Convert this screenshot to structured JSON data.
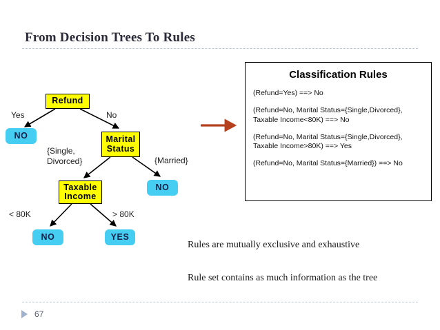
{
  "slide": {
    "title": "From Decision Trees To Rules",
    "number": "67"
  },
  "tree": {
    "nodes": [
      {
        "id": "refund",
        "label": "Refund",
        "type": "internal"
      },
      {
        "id": "marital-status",
        "label": "Marital\nStatus",
        "type": "internal"
      },
      {
        "id": "taxable-income",
        "label": "Taxable\nIncome",
        "type": "internal"
      },
      {
        "id": "leaf-yes-refund",
        "label": "NO",
        "type": "leaf"
      },
      {
        "id": "leaf-married",
        "label": "NO",
        "type": "leaf"
      },
      {
        "id": "leaf-lt80k",
        "label": "NO",
        "type": "leaf"
      },
      {
        "id": "leaf-gt80k",
        "label": "YES",
        "type": "leaf"
      }
    ],
    "edge_labels": {
      "refund_yes": "Yes",
      "refund_no": "No",
      "single_divorced": "{Single,\nDivorced}",
      "married": "{Married}",
      "income_lt": "< 80K",
      "income_gt": "> 80K"
    }
  },
  "rules_panel": {
    "title": "Classification Rules",
    "rules": [
      "(Refund=Yes) ==> No",
      "(Refund=No, Marital Status={Single,Divorced},\nTaxable Income<80K) ==> No",
      "(Refund=No, Marital Status={Single,Divorced},\nTaxable Income>80K) ==> Yes",
      "(Refund=No, Marital Status={Married}) ==> No"
    ]
  },
  "statements": {
    "line1": "Rules are mutually exclusive and exhaustive",
    "line2": "Rule set contains as much information as the tree"
  },
  "colors": {
    "internal_node_fill": "#ffff00",
    "leaf_node_fill": "#45cdf2",
    "leaf_text": "#17224a",
    "arrow": "#b5401e",
    "title_text": "#2b2b3a",
    "divider": "#b9c2d6"
  }
}
